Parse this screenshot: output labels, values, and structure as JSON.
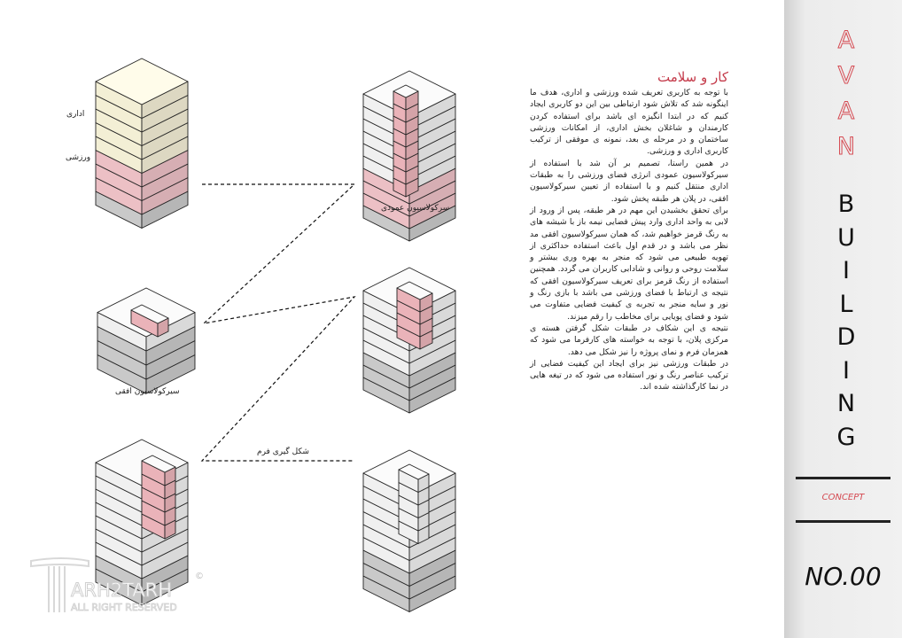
{
  "diagram": {
    "label_office": "اداری",
    "label_sport": "ورزشی",
    "label_vertical": "سرکولاسیون عمودی",
    "label_horizontal": "سیرکولاسیون افقی",
    "label_form": "شکل گیری فرم",
    "colors": {
      "office": "#fbf6dc",
      "sport": "#f3c6cb",
      "white": "#f7f7f7",
      "gray": "#cfcfcf",
      "core": "#f1b9bf",
      "stroke": "#222222"
    }
  },
  "text": {
    "title": "کار و سلامت",
    "paragraphs": [
      "با توجه به کاربری تعریف شده ورزشی و اداری، هدف ما اینگونه شد که تلاش شود ارتباطی بین این دو کاربری ایجاد کنیم که در ابتدا انگیزه ای باشد برای استفاده کردن کارمندان و شاغلان بخش اداری، از امکانات ورزشی ساختمان و در مرحله ی بعد، نمونه ی موفقی از ترکیب کاربری اداری و ورزشی.",
      "در همین راستا، تصمیم بر آن شد با استفاده از سیرکولاسیون عمودی انرژی فضای ورزشی را به طبقات اداری منتقل کنیم و با استفاده از تعیین سیرکولاسیون افقی، در پلان هر طبقه پخش شود.",
      "برای تحقق بخشیدن این مهم در هر طبقه، پس از ورود از لابی به واحد اداری وارد پیش فضایی نیمه باز با شیشه های به رنگ قرمز خواهیم شد، که همان سیرکولاسیون افقی مد نظر می باشد و در قدم اول باعث استفاده حداکثری از تهویه طبیعی می شود که منجر به بهره وری بیشتر و سلامت روحی و روانی و شادابی کاربران می گردد. همچنین استفاده از رنگ قرمز برای تعریف سیرکولاسیون افقی که نتیجه ی ارتباط با فضای ورزشی می باشد با بازی رنگ و نور و سایه منجر به تجربه ی کیفیت فضایی متفاوت می شود و فضای پویایی برای مخاطب را رقم میزند.",
      "نتیجه ی این شکاف در طبقات شکل گرفتن هسته ی مرکزی پلان، با توجه به خواسته های کارفرما می شود که همزمان فرم و نمای پروژه را نیز شکل می دهد.",
      "در طبقات ورزشی نیز برای ایجاد این کیفیت فضایی از ترکیب عناصر رنگ و نور استفاده می شود که در تیغه هایی در نما کارگذاشته شده اند."
    ]
  },
  "sidebar": {
    "title_top": [
      "A",
      "V",
      "A",
      "N"
    ],
    "title_bottom": [
      "B",
      "U",
      "I",
      "L",
      "D",
      "I",
      "N",
      "G"
    ],
    "concept": "CONCEPT",
    "number": "NO.00",
    "accent": "#d54a52"
  },
  "logo": {
    "name": "TARH2TARH",
    "tagline": "ALL RIGHT RESERVED"
  }
}
